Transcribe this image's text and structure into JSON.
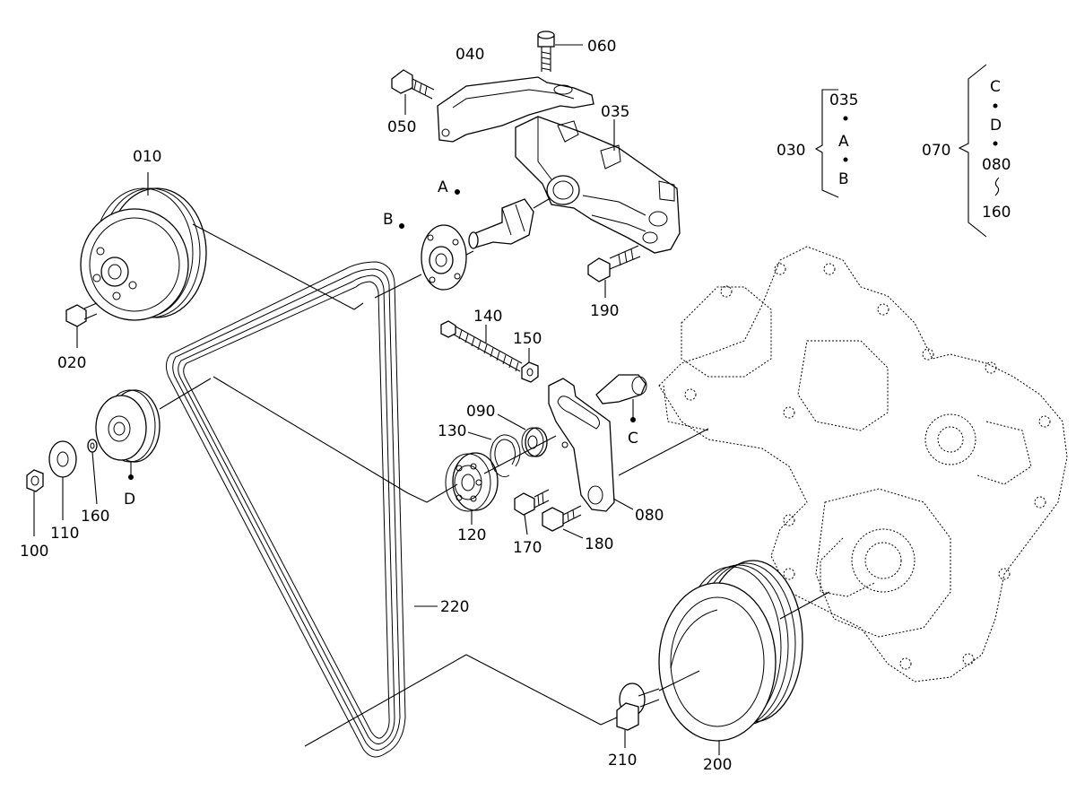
{
  "labels": {
    "p010": "010",
    "p020": "020",
    "p035": "035",
    "p040": "040",
    "p050": "050",
    "p060": "060",
    "p080": "080",
    "p090": "090",
    "p100": "100",
    "p110": "110",
    "p120": "120",
    "p130": "130",
    "p140": "140",
    "p150": "150",
    "p160": "160",
    "p170": "170",
    "p180": "180",
    "p190": "190",
    "p200": "200",
    "p210": "210",
    "p220": "220",
    "refA": "A",
    "refB": "B",
    "refC": "C",
    "refD": "D"
  },
  "assembly_030": {
    "label": "030",
    "items": [
      "035",
      "A",
      "B"
    ]
  },
  "assembly_070": {
    "label": "070",
    "items": [
      "C",
      "D",
      "080",
      "160"
    ]
  },
  "colors": {
    "ink": "#000000",
    "paper": "#ffffff"
  }
}
